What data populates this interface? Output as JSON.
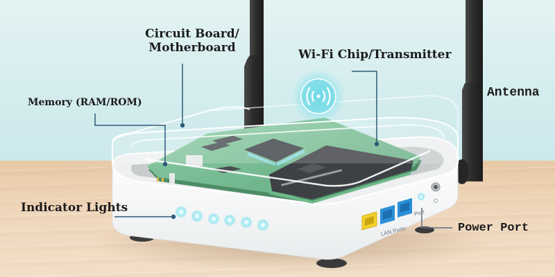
{
  "diagram": {
    "subject": "Wireless router internal components",
    "labels": {
      "circuit_board": "Circuit Board/\nMotherboard",
      "circuit_board_line1": "Circuit Board/",
      "circuit_board_line2": "Motherboard",
      "wifi_chip": "Wi-Fi Chip/Transmitter",
      "memory": "Memory (RAM/ROM)",
      "antenna": "Antenna",
      "indicator_lights": "Indicator Lights",
      "power_port": "Power Port"
    },
    "device_text": {
      "lan_ports": "LAN Ports",
      "port": "Port"
    },
    "icons": {
      "wifi_signal": "wifi-broadcast-icon"
    },
    "indicator_light_count": 6,
    "colors": {
      "wall": "#d5edef",
      "table": "#efd6ba",
      "leader_line": "#2d5a78",
      "router_body": "#f7f8f9",
      "pcb_green": "#7fc29a",
      "chip_dark": "#3f4347",
      "led_glow": "#7fe3f0",
      "lan_port_blue": "#2a8fd6",
      "wan_port_yellow": "#f2cf2a",
      "antenna": "#2b2b2b",
      "label_text": "#1b1b1b"
    }
  }
}
